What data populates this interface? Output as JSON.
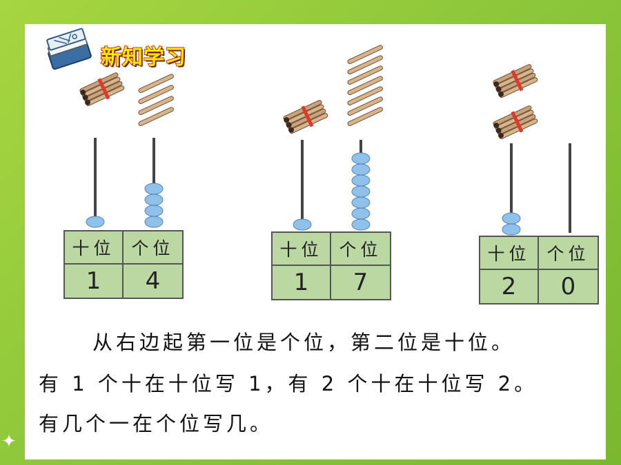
{
  "header": {
    "title": "新知学习",
    "icon": "book-icon"
  },
  "panels": [
    {
      "head_tens": "十位",
      "head_ones": "个位",
      "tens_digit": "1",
      "ones_digit": "4",
      "tens_beads": 1,
      "ones_beads": 4
    },
    {
      "head_tens": "十位",
      "head_ones": "个位",
      "tens_digit": "1",
      "ones_digit": "7",
      "tens_beads": 1,
      "ones_beads": 7
    },
    {
      "head_tens": "十位",
      "head_ones": "个位",
      "tens_digit": "2",
      "ones_digit": "0",
      "tens_beads": 2,
      "ones_beads": 0
    }
  ],
  "text": {
    "line1": "从右边起第一位是个位，第二位是十位。",
    "line2": "有 1 个十在十位写 1，有 2 个十在十位写 2。",
    "line3": "有几个一在个位写几。"
  },
  "colors": {
    "bead": "#8fc1ea",
    "table": "#bcd8a2",
    "stick": "#d8b48c",
    "band": "#e0392b",
    "frame": "#8cc63a"
  }
}
